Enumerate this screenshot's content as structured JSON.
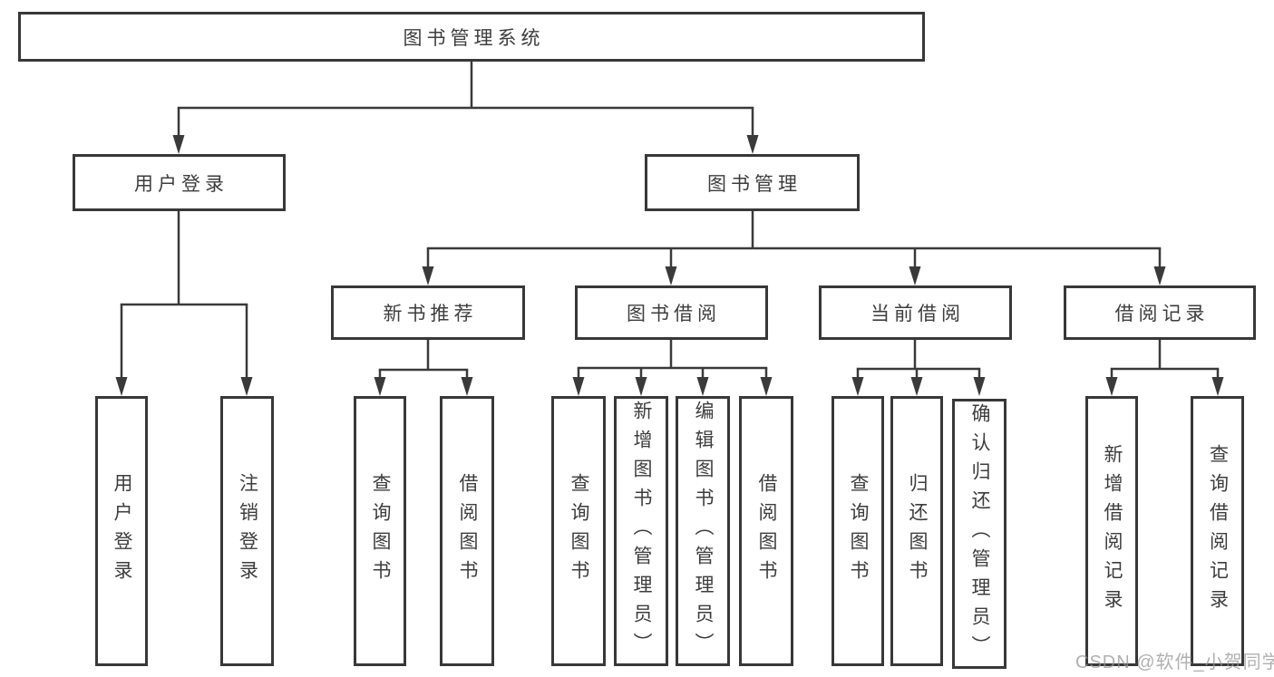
{
  "diagram_title": "图书管理系统",
  "tree": {
    "label": "图书管理系统",
    "children": [
      {
        "label": "用户登录",
        "children": [
          {
            "label": "用户登录"
          },
          {
            "label": "注销登录"
          }
        ]
      },
      {
        "label": "图书管理",
        "children": [
          {
            "label": "新书推荐",
            "children": [
              {
                "label": "查询图书"
              },
              {
                "label": "借阅图书"
              }
            ]
          },
          {
            "label": "图书借阅",
            "children": [
              {
                "label": "查询图书"
              },
              {
                "label": "新增图书（管理员）"
              },
              {
                "label": "编辑图书（管理员）"
              },
              {
                "label": "借阅图书"
              }
            ]
          },
          {
            "label": "当前借阅",
            "children": [
              {
                "label": "查询图书"
              },
              {
                "label": "归还图书"
              },
              {
                "label": "确认归还（管理员）"
              }
            ]
          },
          {
            "label": "借阅记录",
            "children": [
              {
                "label": "新增借阅记录"
              },
              {
                "label": "查询借阅记录"
              }
            ]
          }
        ]
      }
    ]
  },
  "watermark": {
    "text": "CSDN @软件_小贺同学"
  },
  "colors": {
    "line": "#3a3a3a",
    "border": "#383838",
    "text": "#3d3d3d",
    "background": "#ffffff",
    "watermark": "#969696"
  }
}
